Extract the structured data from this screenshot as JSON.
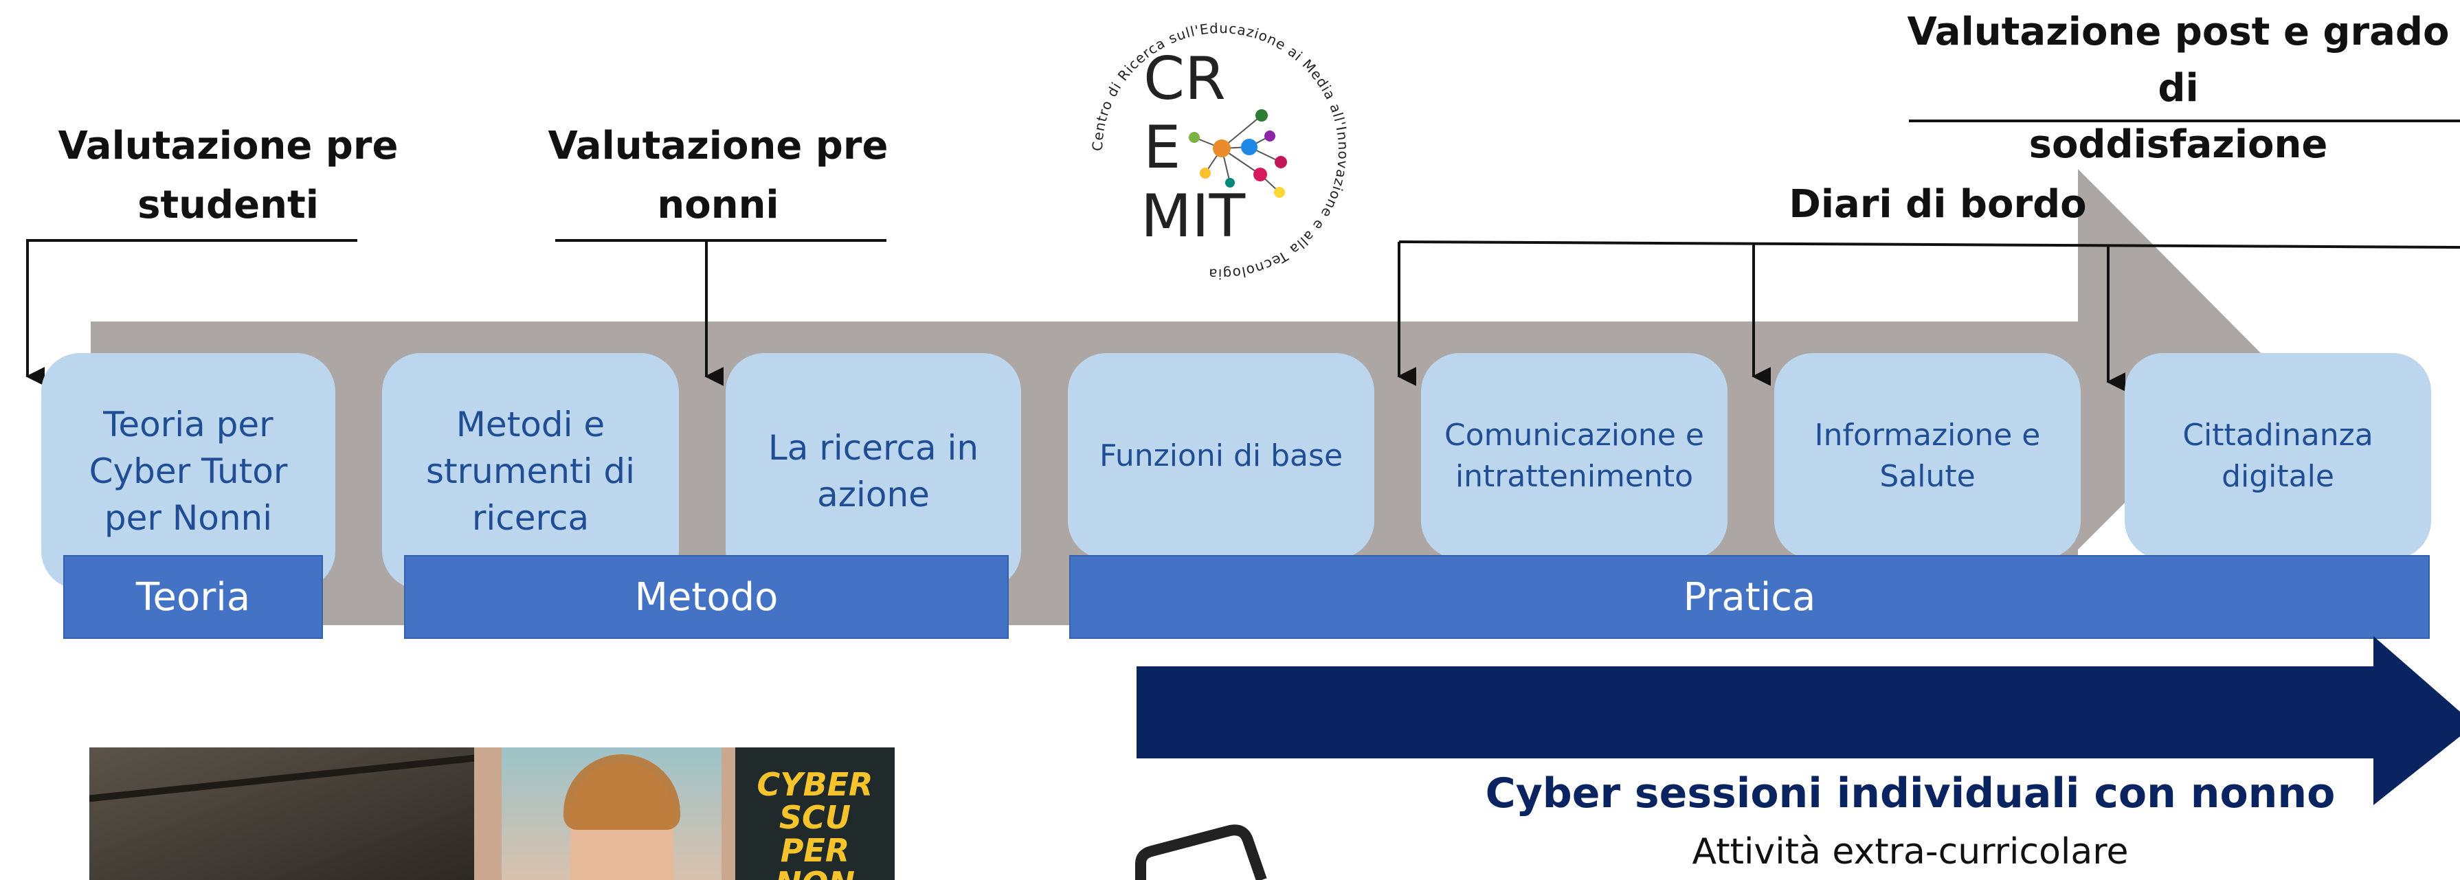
{
  "colors": {
    "arrow_grey": "#aca7a5",
    "box_fill": "#bcd6ee",
    "box_text": "#1f4e95",
    "band": "#4472c4",
    "navy": "#0a2461",
    "line": "#111111"
  },
  "labels": {
    "pre_studenti": "Valutazione pre\nstudenti",
    "pre_nonni": "Valutazione pre\nnonni",
    "post": "Valutazione post e grado di\nsoddisfazione",
    "diari": "Diari di bordo"
  },
  "logo": {
    "letters": [
      "CR",
      "E",
      "MIT"
    ],
    "ring_text": "Centro di Ricerca sull'Educazione ai Media all'Innovazione e alla Tecnologia"
  },
  "boxes": [
    {
      "label": "Teoria per\nCyber Tutor\nper Nonni"
    },
    {
      "label": "Metodi e\nstrumenti di\nricerca"
    },
    {
      "label": "La ricerca in\nazione"
    },
    {
      "label": "Funzioni di base"
    },
    {
      "label": "Comunicazione e\nintrattenimento"
    },
    {
      "label": "Informazione e\nSalute"
    },
    {
      "label": "Cittadinanza\ndigitale"
    }
  ],
  "bands": [
    {
      "label": "Teoria"
    },
    {
      "label": "Metodo"
    },
    {
      "label": "Pratica"
    }
  ],
  "sessions": {
    "title": "Cyber sessioni individuali con nonno",
    "subtitle": "Attività extra-curricolare"
  },
  "photo": {
    "sign_text": "CYBER SCU\nPER NON"
  }
}
